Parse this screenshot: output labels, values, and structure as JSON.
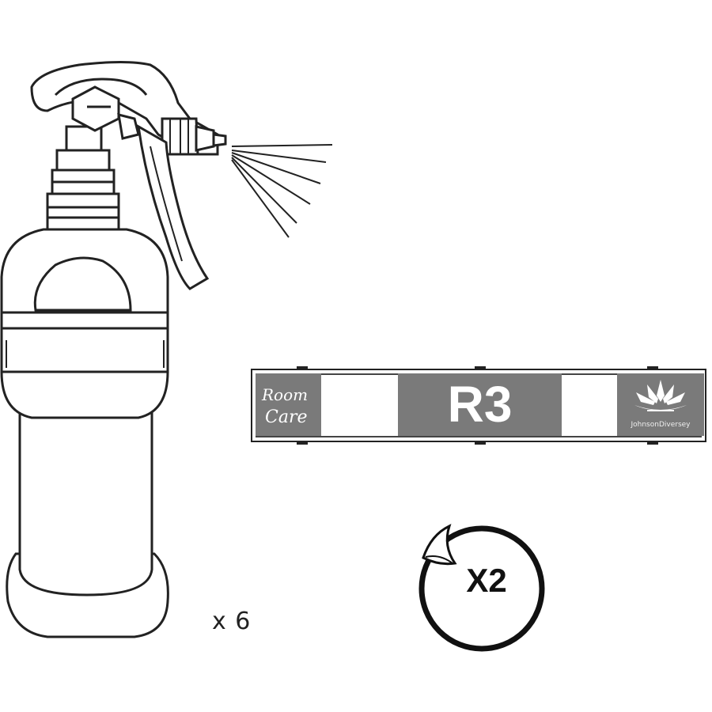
{
  "quantity_text": "x 6",
  "label": {
    "brand_logo_text": "Room Care",
    "product_code": "R3",
    "manufacturer_text": "JohnsonDiversey"
  },
  "sticker_text": "X2",
  "colors": {
    "line": "#222222",
    "label_fill": "#7a7a7a",
    "background": "#ffffff"
  }
}
